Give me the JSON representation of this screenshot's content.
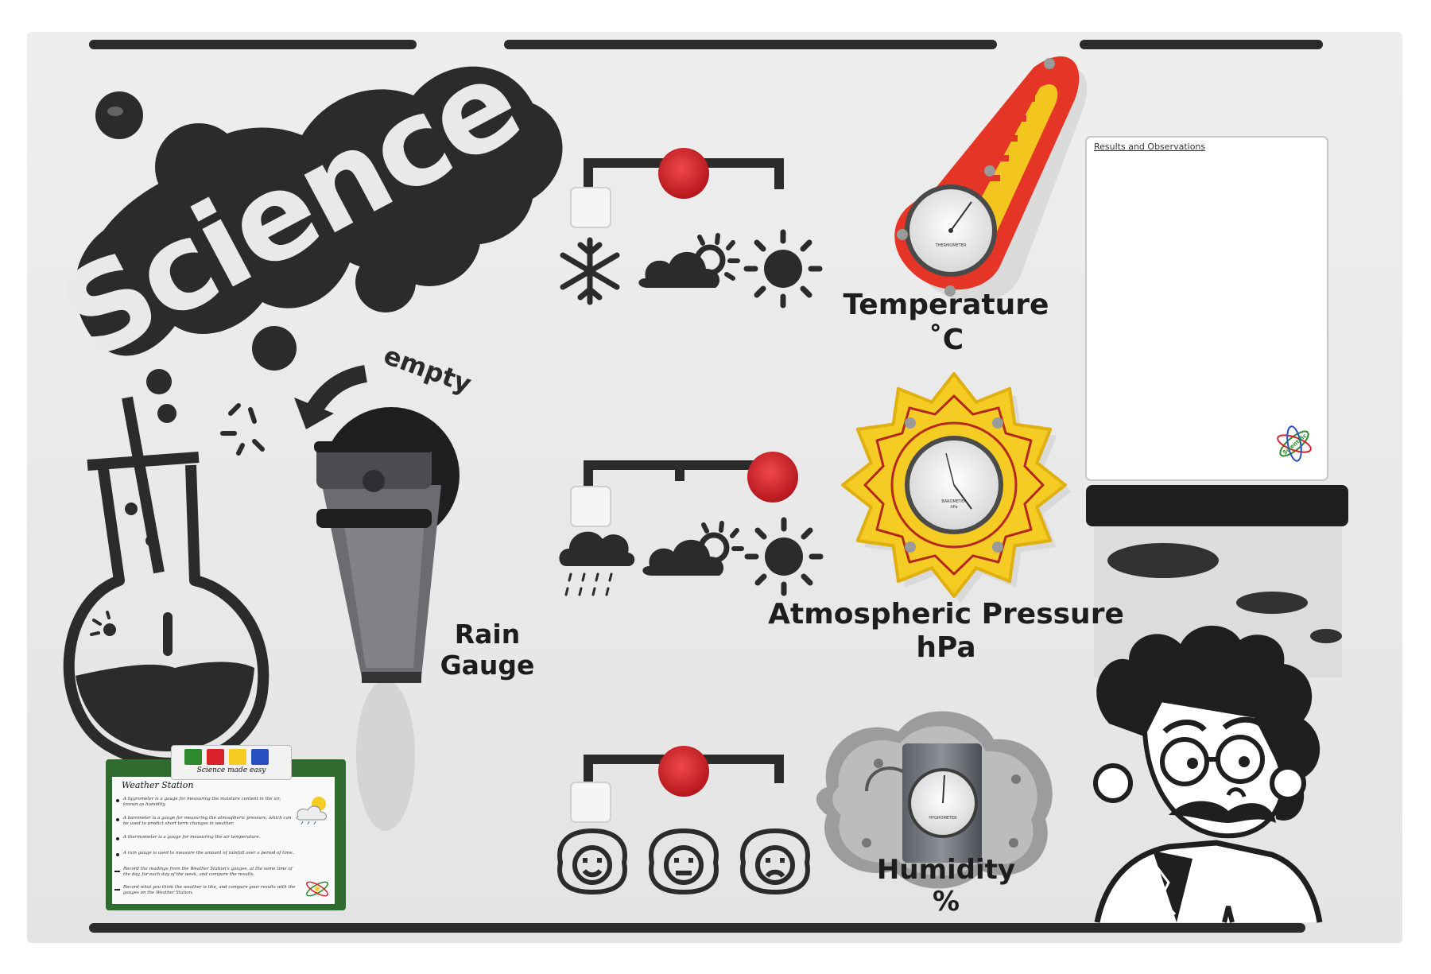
{
  "board": {
    "title": "Science",
    "empty_label": "empty",
    "rain_gauge_line1": "Rain",
    "rain_gauge_line2": "Gauge",
    "temperature_label": "Temperature",
    "temperature_unit": "˚C",
    "pressure_label": "Atmospheric Pressure",
    "pressure_unit": "hPa",
    "humidity_label": "Humidity",
    "humidity_unit": "%",
    "results_title": "Results and Observations",
    "thermometer_face": "THERMOMETER",
    "barometer_face": "BAROMETER",
    "barometer_unit": "hPa",
    "hygrometer_face": "HYGROMETER",
    "brand_mark": "Scientific"
  },
  "info_card": {
    "header": "Science made easy",
    "title": "Weather Station",
    "lines": [
      "A hygrometer is a gauge for measuring the moisture content in the air, known as humidity.",
      "A barometer is a gauge for measuring the atmospheric pressure, which can be used to predict short term changes in weather.",
      "A thermometer is a gauge for measuring the air temperature.",
      "A rain gauge is used to measure the amount of rainfall over a period of time.",
      "Record the readings from the Weather Station's gauges, at the same time of the day, for each day of the week, and compare the results.",
      "Record what you think the weather is like, and compare your results with the gauges on the Weather Station."
    ]
  },
  "sliders": {
    "temperature_position": 0.5,
    "pressure_position": 1.0,
    "humidity_position": 0.5
  },
  "colors": {
    "ink": "#2b2b2b",
    "panel": "#e9e9e9",
    "knob_red": "#d8232a",
    "thermo_red": "#e53526",
    "thermo_yellow": "#f3c51f",
    "sun_yellow": "#f4cc24",
    "cloud_grey": "#a9a9a9",
    "card_green": "#2f6b2f"
  }
}
